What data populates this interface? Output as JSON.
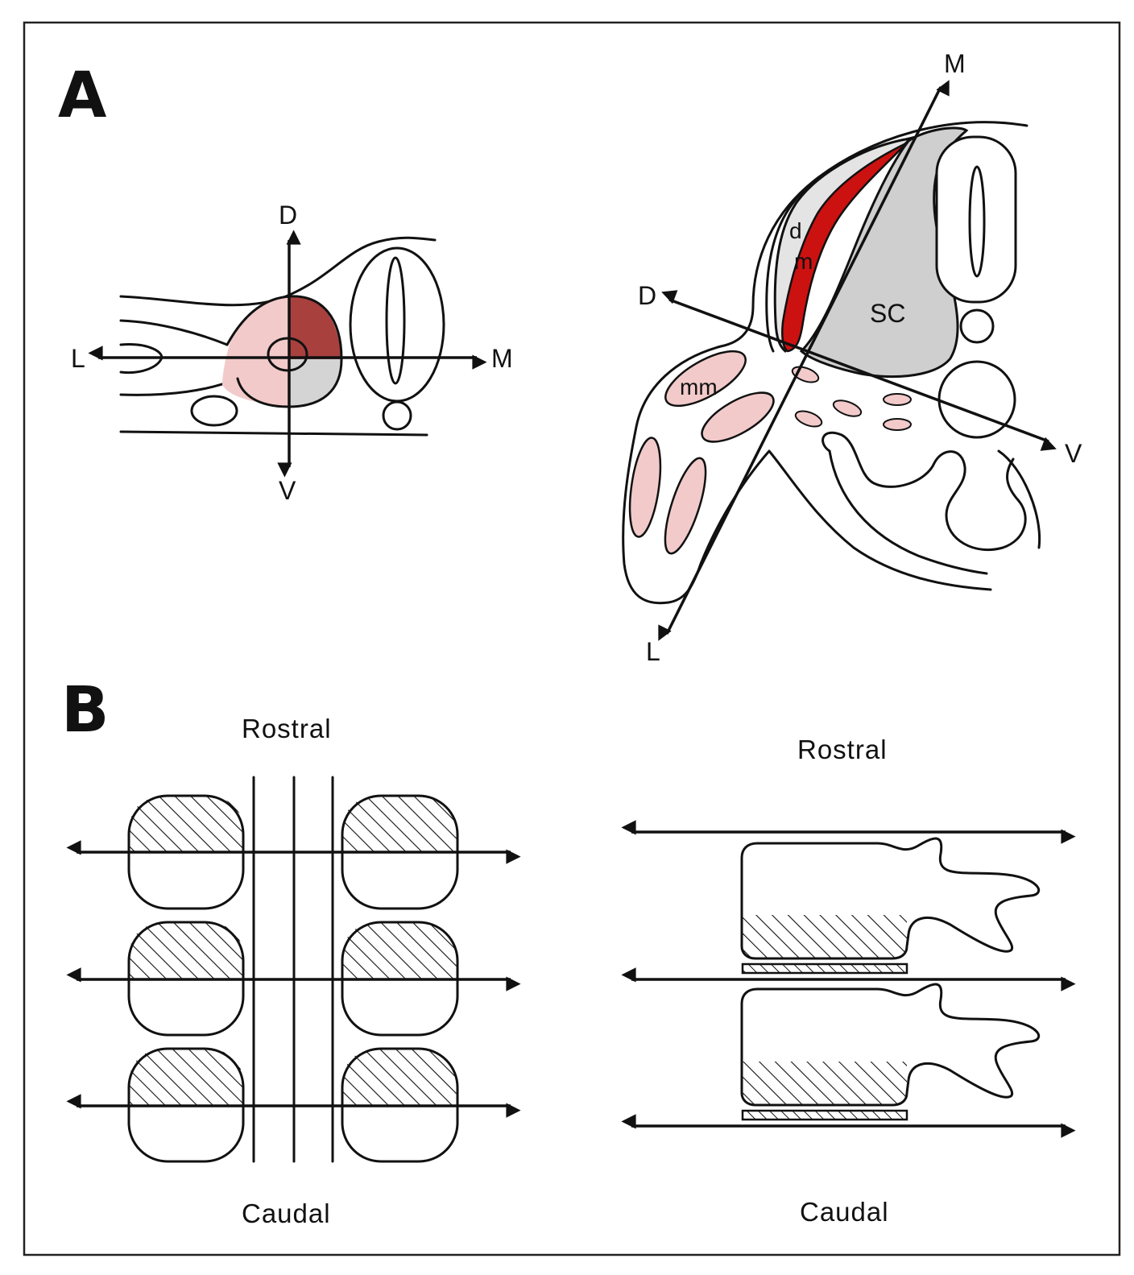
{
  "panels": {
    "a": {
      "label": "A",
      "left_section": {
        "axis_d": "D",
        "axis_v": "V",
        "axis_l": "L",
        "axis_m": "M"
      },
      "right_section": {
        "axis_m": "M",
        "axis_d": "D",
        "axis_v": "V",
        "axis_l": "L",
        "label_d": "d",
        "label_m": "m",
        "label_sc": "SC",
        "label_mm": "mm"
      }
    },
    "b": {
      "label": "B",
      "left": {
        "rostral": "Rostral",
        "caudal": "Caudal"
      },
      "right": {
        "rostral": "Rostral",
        "caudal": "Caudal"
      }
    }
  },
  "colors": {
    "red": "#cc1111",
    "dark_red": "#a8403e",
    "pink": "#f2caca",
    "gray": "#cfcfcf"
  }
}
